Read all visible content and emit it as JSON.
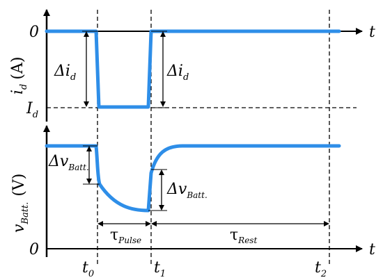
{
  "colors": {
    "signal": "#2e8ee8",
    "axis": "#000000",
    "background": "#ffffff"
  },
  "current_axis": {
    "label_main": "i",
    "label_sub": "d",
    "label_unit": "(A)",
    "zero_tick": "0",
    "low_tick_main": "I",
    "low_tick_sub": "d",
    "axis_name": "t"
  },
  "voltage_axis": {
    "label_main": "v",
    "label_sub": "Batt.",
    "label_unit": "(V)",
    "zero_tick": "0",
    "axis_name": "t"
  },
  "annotations": {
    "delta_i_left_main": "Δi",
    "delta_i_left_sub": "d",
    "delta_i_right_main": "Δi",
    "delta_i_right_sub": "d",
    "delta_v_left_main": "Δv",
    "delta_v_left_sub": "Batt.",
    "delta_v_right_main": "Δv",
    "delta_v_right_sub": "Batt.",
    "tau_pulse_main": "τ",
    "tau_pulse_sub": "Pulse",
    "tau_rest_main": "τ",
    "tau_rest_sub": "Rest"
  },
  "time_markers": [
    {
      "main": "t",
      "sub": "0"
    },
    {
      "main": "t",
      "sub": "1"
    },
    {
      "main": "t",
      "sub": "2"
    }
  ]
}
